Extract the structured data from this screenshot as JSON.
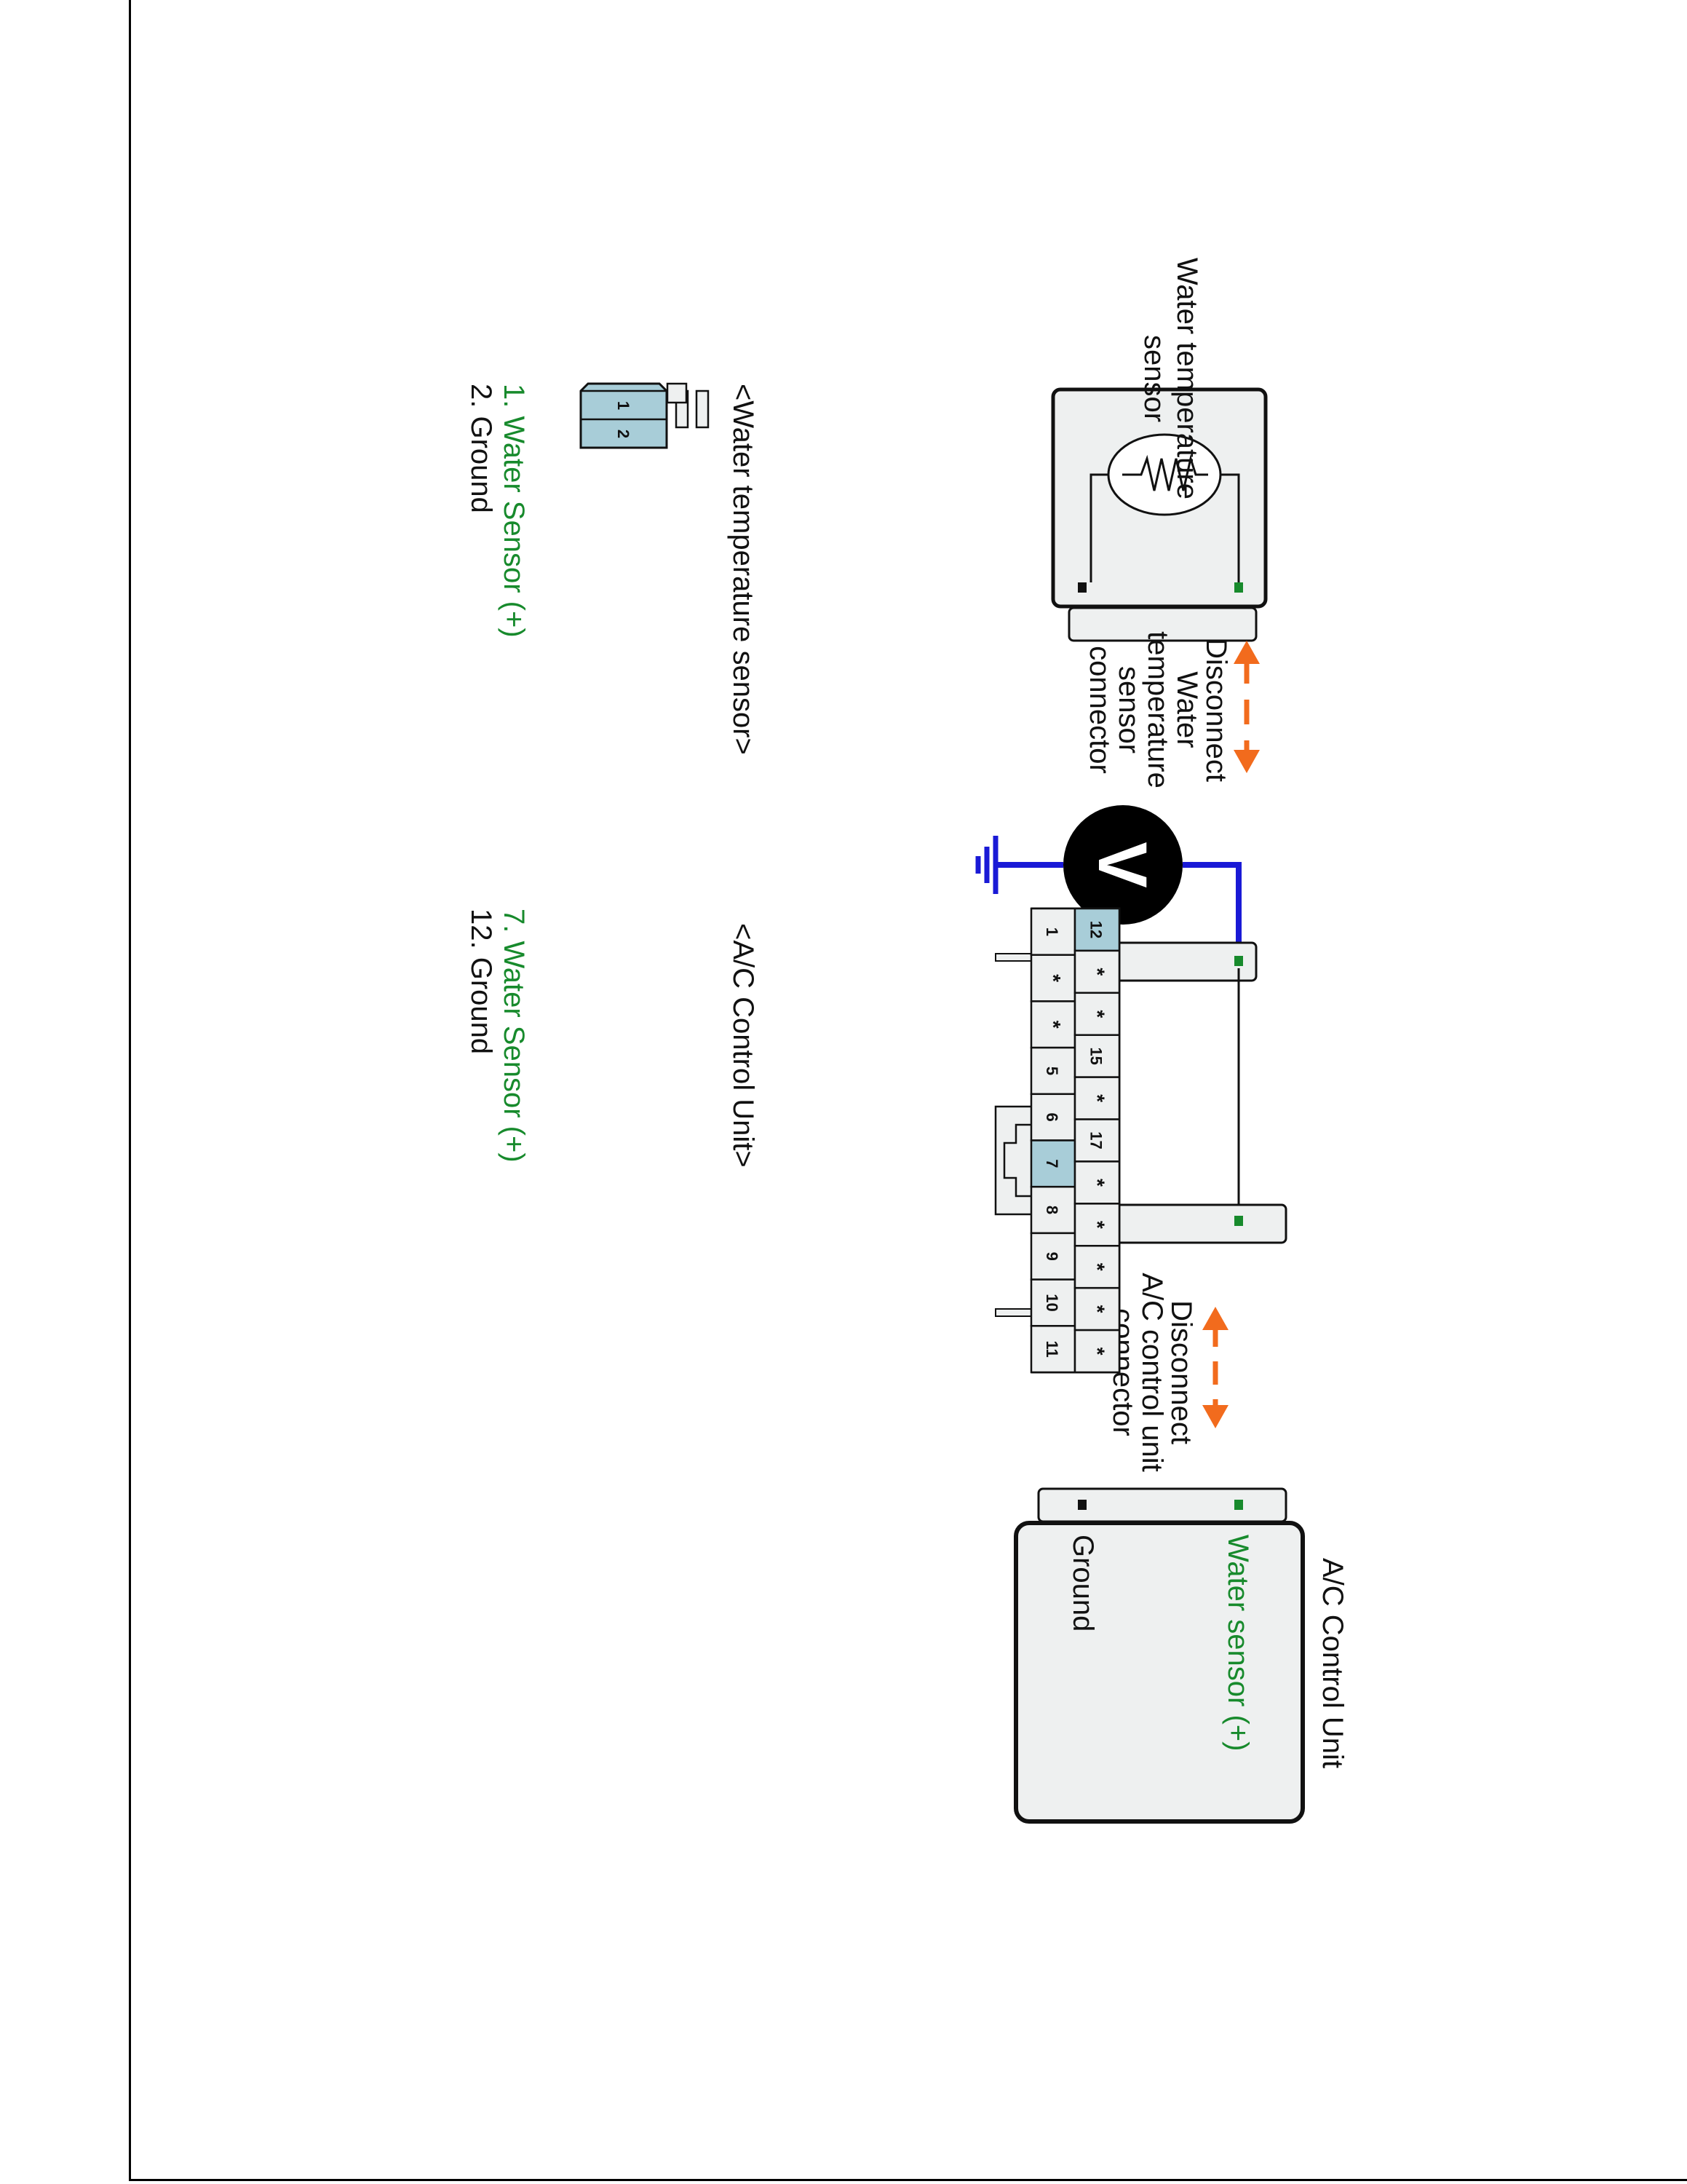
{
  "colors": {
    "ink": "#111111",
    "signal_green": "#178a2c",
    "voltmeter_wire_blue": "#1a1ad6",
    "arrow_orange": "#f26b1d",
    "box_fill": "#eef0f0",
    "pin_highlight": "#a8cdd8"
  },
  "icons": {
    "resistor": "resistor-icon",
    "voltmeter": "voltmeter-icon",
    "ground": "ground-icon",
    "arrow": "double-arrow-icon"
  },
  "sensor": {
    "label_line1": "Water temperature",
    "label_line2": "sensor"
  },
  "disconnect_sensor": {
    "lines": [
      "Disconnect",
      "Water",
      "temperature",
      "sensor",
      "connector"
    ]
  },
  "voltmeter": {
    "symbol": "V"
  },
  "disconnect_acu": {
    "lines": [
      "Disconnect",
      "A/C control unit",
      "connector"
    ]
  },
  "acu": {
    "title": "A/C Control Unit",
    "water_sensor_label": "Water sensor (+)",
    "ground_label": "Ground"
  },
  "sensor_connector": {
    "title": "<Water temperature sensor>",
    "pin_top": "1",
    "pin_bottom": "2",
    "legend": [
      {
        "text": "1. Water Sensor (+)",
        "highlight": true
      },
      {
        "text": "2. Ground",
        "highlight": false
      }
    ]
  },
  "acu_connector": {
    "title": "<A/C Control Unit>",
    "top_row": [
      "1",
      "*",
      "*",
      "5",
      "6",
      "7",
      "8",
      "9",
      "10",
      "11"
    ],
    "bottom_row": [
      "12",
      "*",
      "*",
      "15",
      "*",
      "17",
      "*",
      "*",
      "*",
      "*",
      "*"
    ],
    "highlighted": [
      "7",
      "12"
    ],
    "legend": [
      {
        "text": "7. Water Sensor (+)",
        "highlight": true
      },
      {
        "text": "12. Ground",
        "highlight": false
      }
    ]
  }
}
